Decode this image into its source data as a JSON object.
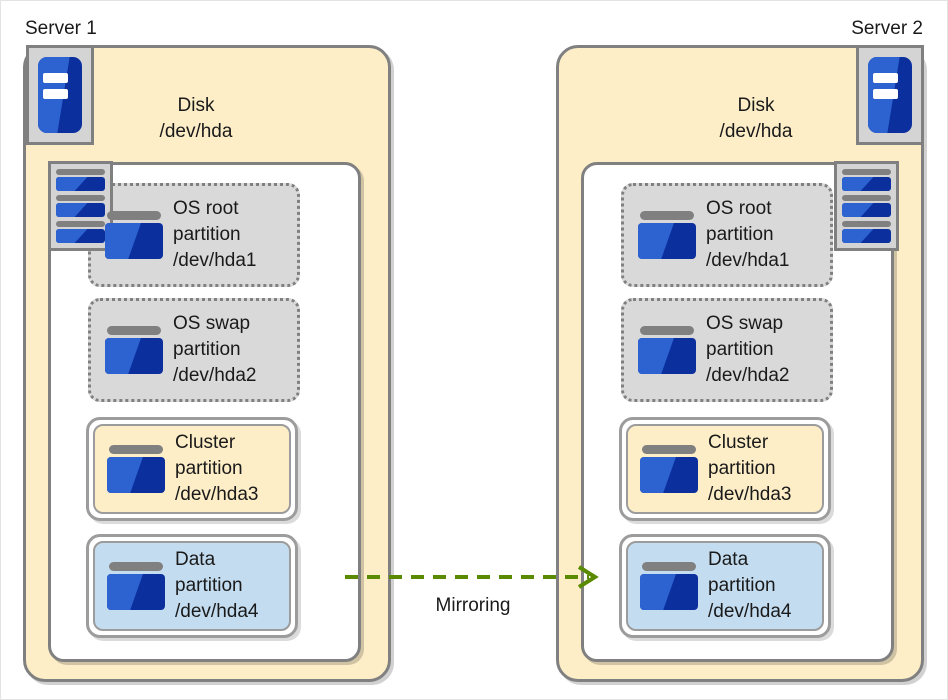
{
  "diagram": {
    "title_left": "Server 1",
    "title_right": "Server 2",
    "disk_title_line1": "Disk",
    "disk_title_line2": "/dev/hda",
    "mirroring_label": "Mirroring",
    "colors": {
      "server_fill": "#fdeec8",
      "disk_fill": "#ffffff",
      "border_gray": "#808080",
      "os_partition_fill": "#d9d9d9",
      "cluster_partition_fill": "#fdeec8",
      "data_partition_fill": "#c3dcf0",
      "icon_blue_light": "#2d62d1",
      "icon_blue_dark": "#0c2f9e",
      "arrow_green": "#5a8a00"
    },
    "icons": {
      "server_unit": "server-icon",
      "disk_stack": "disk-stack-icon",
      "partition": "partition-icon",
      "arrow": "arrow-right-icon"
    },
    "partitions": [
      {
        "id": "os-root",
        "style": "dotted",
        "line1": "OS root",
        "line2": "partition",
        "line3": "/dev/hda1"
      },
      {
        "id": "os-swap",
        "style": "dotted",
        "line1": "OS swap",
        "line2": "partition",
        "line3": "/dev/hda2"
      },
      {
        "id": "cluster",
        "style": "solid-cluster",
        "line1": "Cluster",
        "line2": "partition",
        "line3": "/dev/hda3"
      },
      {
        "id": "data",
        "style": "solid-data",
        "line1": "Data",
        "line2": "partition",
        "line3": "/dev/hda4"
      }
    ]
  }
}
